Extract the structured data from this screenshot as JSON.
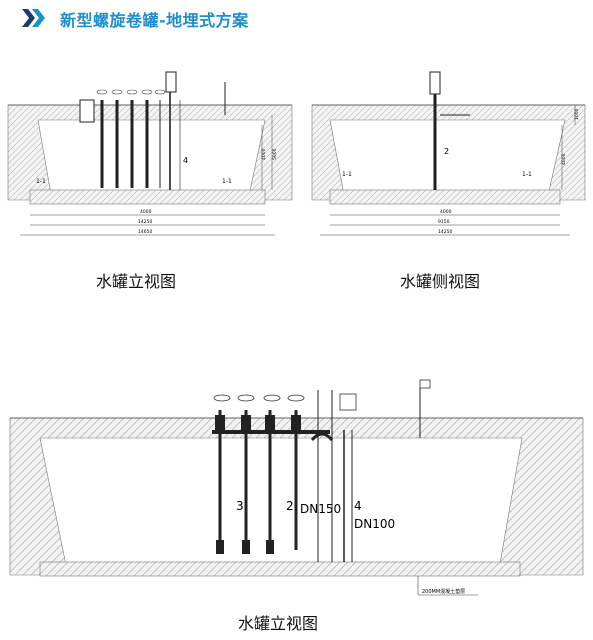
{
  "header": {
    "title": "新型螺旋卷罐-地埋式方案",
    "icon": "double-chevron-icon",
    "accent_color": "#1e8fc8"
  },
  "view1": {
    "caption": "水罐立视图",
    "labels": {
      "section_left": "1-1",
      "section_right": "1-1",
      "pump_no": "4"
    },
    "dims": {
      "d1": "4000",
      "d2": "14250",
      "d3": "14650",
      "v1": "4000",
      "v2": "5000"
    }
  },
  "view2": {
    "caption": "水罐侧视图",
    "labels": {
      "section_left": "1-1",
      "section_right": "1-1",
      "pump_no": "2"
    },
    "dims": {
      "d1": "4000",
      "d2": "9150",
      "d3": "14250",
      "v1": "4000",
      "v2": "1000"
    }
  },
  "view3": {
    "caption": "水罐立视图",
    "labels": {
      "pump_a": "3",
      "pump_b": "2",
      "pipe_a": "DN150",
      "pump_c": "4",
      "pipe_b": "DN100",
      "bottom_note": "200MM混凝土垫层"
    }
  }
}
